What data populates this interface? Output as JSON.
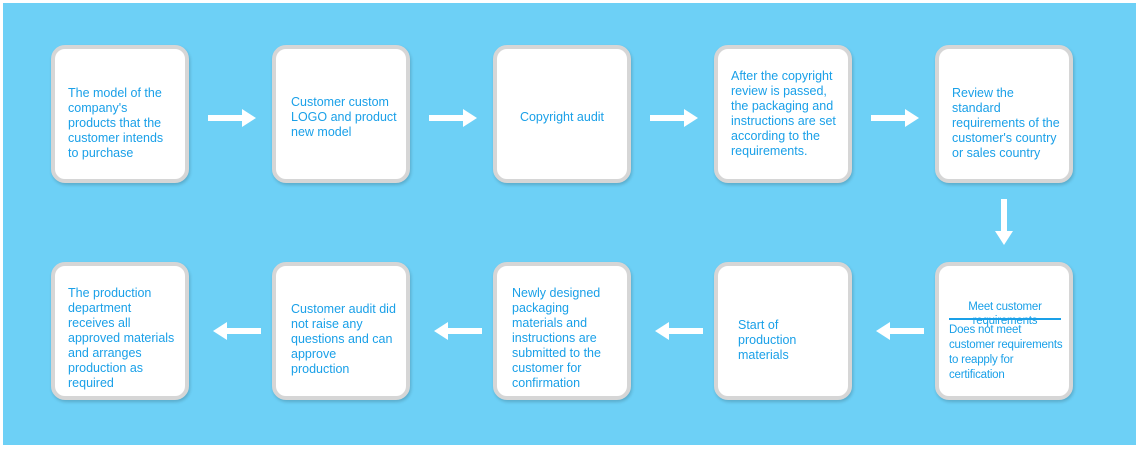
{
  "row1": [
    "The model of the company's products that the customer intends to purchase",
    "Customer custom LOGO and product new model",
    "Copyright audit",
    "After the copyright review is passed, the packaging and instructions are set according to the requirements.",
    "Review the standard requirements of the customer's country or sales country"
  ],
  "row2": [
    "The production department receives all approved materials and arranges production as required",
    "Customer audit did not raise any questions and can approve production",
    "Newly designed packaging materials and instructions are submitted to the customer for confirmation",
    "Start of production materials"
  ],
  "decision": {
    "pass": "Meet customer requirements",
    "fail": "Does not meet customer requirements to reapply for certification"
  },
  "colors": {
    "background": "#6dd0f6",
    "box_fill": "#ffffff",
    "box_border": "#d6d6d6",
    "text": "#1aa0e8",
    "arrow": "#ffffff"
  }
}
